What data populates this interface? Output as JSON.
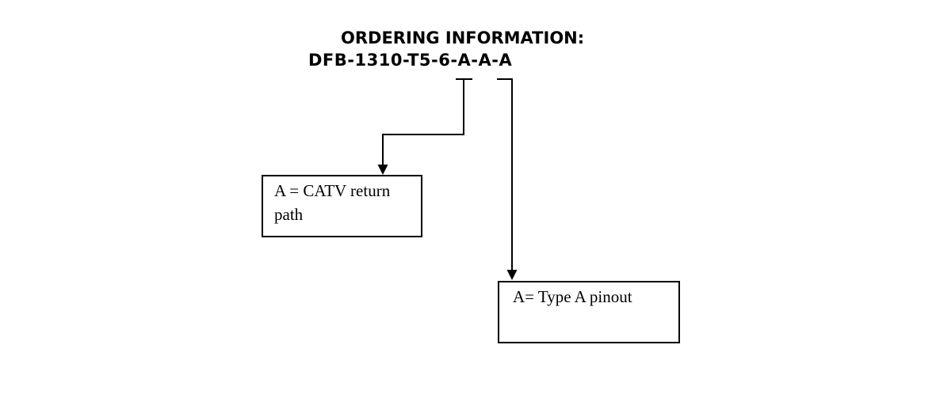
{
  "diagram": {
    "title": "ORDERING INFORMATION:",
    "part_number": "DFB-1310-T5-6-A-A-A",
    "background_color": "#ffffff",
    "line_color": "#000000",
    "text_color": "#000000",
    "callouts": [
      {
        "label": "A = CATV return path"
      },
      {
        "label": "A= Type A pinout"
      }
    ]
  }
}
